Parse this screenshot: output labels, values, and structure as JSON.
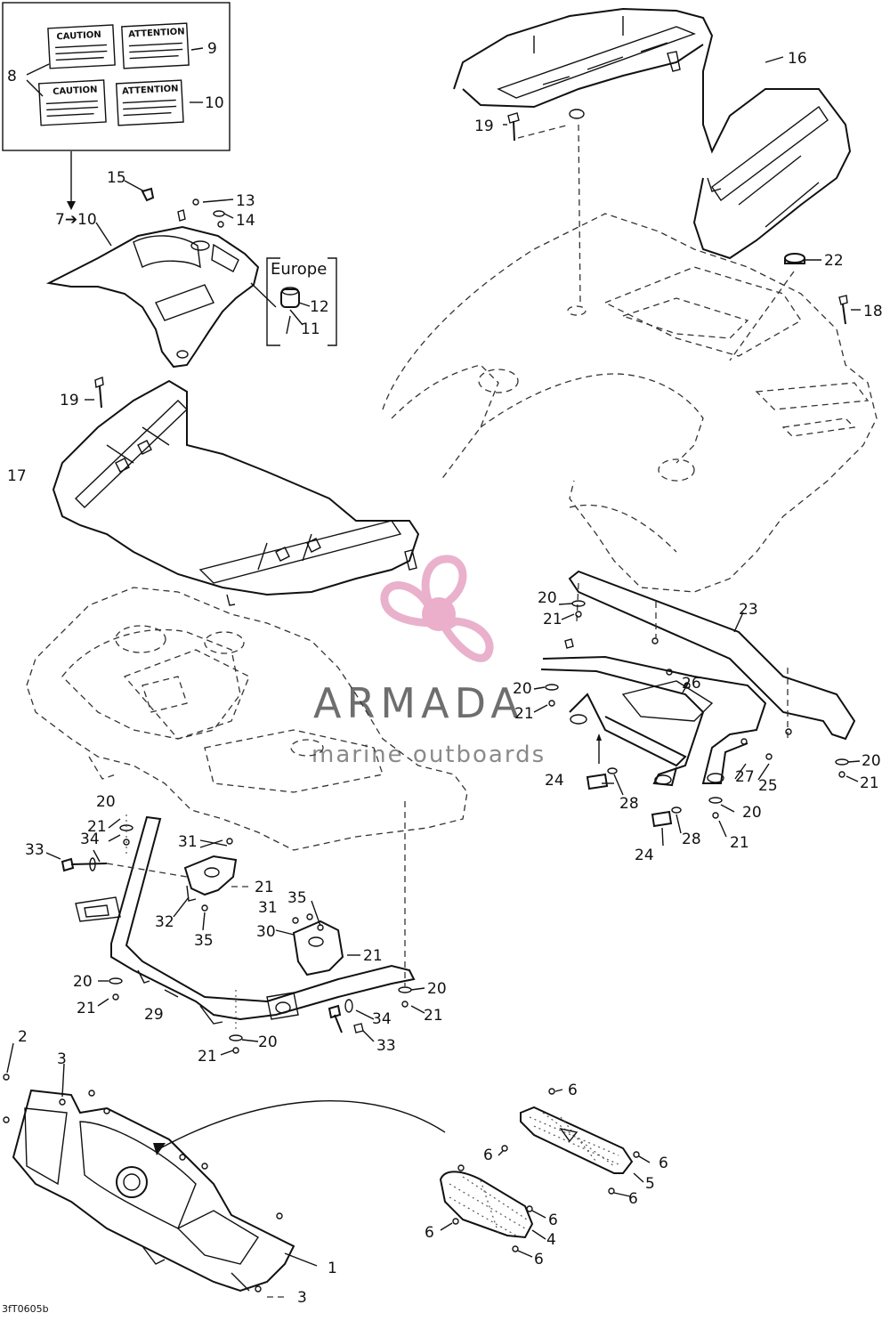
{
  "europe_label": "Europe",
  "decals": {
    "caution_1": "CAUTION",
    "attention_1": "ATTENTION",
    "caution_2": "CAUTION",
    "attention_2": "ATTENTION"
  },
  "watermark": {
    "brand": "ARMADA",
    "tagline": "marine outboards",
    "colors": {
      "petal": "#e6a4c4",
      "hub": "#e8a0c2",
      "text": "#6e6e6e"
    }
  },
  "drawing_code": "3fT0605b",
  "callouts": {
    "c1": "1",
    "c2": "2",
    "c3a": "3",
    "c3b": "3",
    "c4": "4",
    "c5": "5",
    "c6a": "6",
    "c6b": "6",
    "c6c": "6",
    "c6d": "6",
    "c6e": "6",
    "c6f": "6",
    "c6g": "6",
    "c7to10": "7➔10",
    "c8": "8",
    "c9": "9",
    "c10": "10",
    "c11": "11",
    "c12": "12",
    "c13": "13",
    "c14": "14",
    "c15": "15",
    "c16": "16",
    "c17": "17",
    "c18": "18",
    "c19a": "19",
    "c19b": "19",
    "c20a": "20",
    "c20b": "20",
    "c20c": "20",
    "c20d": "20",
    "c20e": "20",
    "c20f": "20",
    "c20g": "20",
    "c20h": "20",
    "c21a": "21",
    "c21b": "21",
    "c21c": "21",
    "c21d": "21",
    "c21e": "21",
    "c21f": "21",
    "c21g": "21",
    "c21h": "21",
    "c21i": "21",
    "c21j": "21",
    "c22": "22",
    "c23": "23",
    "c24a": "24",
    "c24b": "24",
    "c25": "25",
    "c26": "26",
    "c27": "27",
    "c28a": "28",
    "c28b": "28",
    "c29": "29",
    "c30": "30",
    "c31a": "31",
    "c31b": "31",
    "c32": "32",
    "c33a": "33",
    "c33b": "33",
    "c34a": "34",
    "c34b": "34",
    "c35a": "35",
    "c35b": "35"
  }
}
